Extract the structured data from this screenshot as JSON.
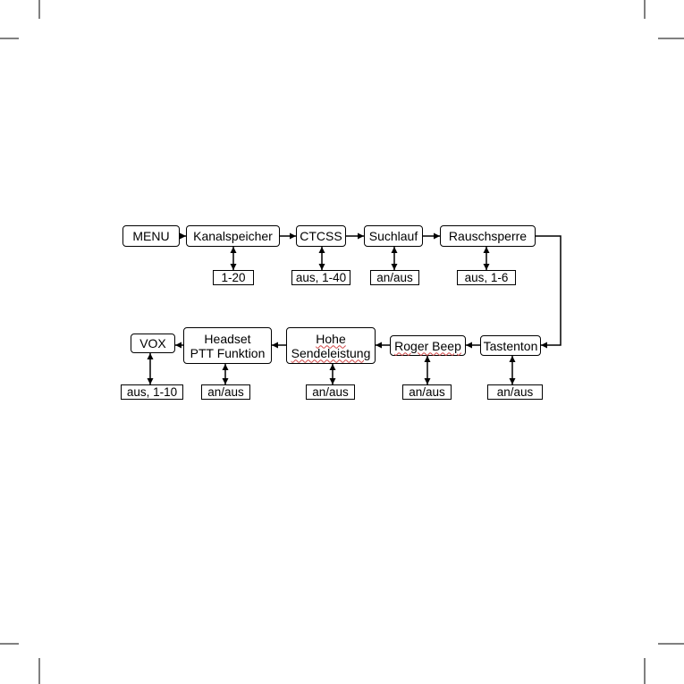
{
  "flow": {
    "nodes": {
      "menu": "MENU",
      "kanalspeicher": "Kanalspeicher",
      "ctcss": "CTCSS",
      "suchlauf": "Suchlauf",
      "rauschsperre": "Rauschsperre",
      "tastenton": "Tastenton",
      "roger_beep": "Roger Beep",
      "hohe_sendeleistung": [
        "Hohe",
        "Sendeleistung"
      ],
      "headset_ptt": [
        "Headset",
        "PTT Funktion"
      ],
      "vox": "VOX"
    },
    "values": {
      "kanalspeicher": "1-20",
      "ctcss": "aus, 1-40",
      "suchlauf": "an/aus",
      "rauschsperre": "aus, 1-6",
      "tastenton": "an/aus",
      "roger_beep": "an/aus",
      "hohe_sendeleistung": "an/aus",
      "headset_ptt": "an/aus",
      "vox": "aus, 1-10"
    }
  },
  "colors": {
    "line": "#000000",
    "background": "#ffffff",
    "spellcheck_underline": "#d04545"
  }
}
